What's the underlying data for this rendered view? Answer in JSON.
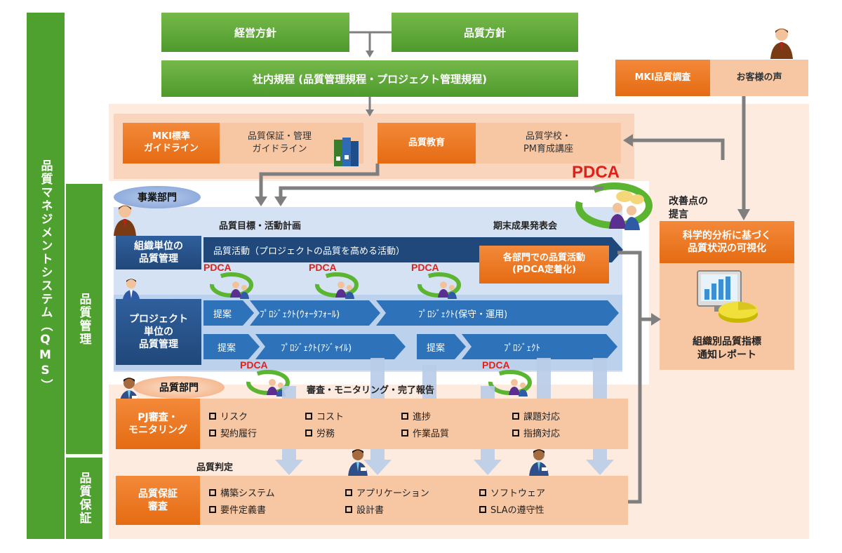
{
  "qms_label": "品質マネジメントシステム（QMS）",
  "qc_label": "品質管理",
  "qa_label": "品質保証",
  "top": {
    "management_policy": "経営方針",
    "quality_policy": "品質方針",
    "internal_rules": "社内規程 (品質管理規程・プロジェクト管理規程)"
  },
  "customer": {
    "survey": "MKI品質調査",
    "voice": "お客様の声"
  },
  "guidelines": {
    "mki_standard": "MKI標準\nガイドライン",
    "qa_guideline": "品質保証・管理\nガイドライン",
    "education": "品質教育",
    "school": "品質学校・\nPM育成講座"
  },
  "pdca": "PDCA",
  "improvement": "改善点の\n提言",
  "analysis": {
    "title": "科学的分析に基づく\n品質状況の可視化",
    "report": "組織別品質指標\n通知レポート"
  },
  "division": {
    "badge": "事業部門",
    "goals": "品質目標・活動計画",
    "results": "期末成果発表会",
    "org_qc": "組織単位の\n品質管理",
    "activity": "品質活動（プロジェクトの品質を高める活動）",
    "dept_activity": "各部門での品質活動\n(PDCA定着化)",
    "project_qc": "プロジェクト\n単位の\n品質管理",
    "row1": [
      "提案",
      "ﾌﾟﾛｼﾞｪｸﾄ(ｳｫｰﾀﾌｫｰﾙ)",
      "ﾌﾟﾛｼﾞｪｸﾄ(保守・運用)"
    ],
    "row2": [
      "提案",
      "ﾌﾟﾛｼﾞｪｸﾄ(ｱｼﾞｬｲﾙ)",
      "提案",
      "ﾌﾟﾛｼﾞｪｸﾄ"
    ]
  },
  "quality_dept": {
    "badge": "品質部門",
    "review_title": "審査・モニタリング・完了報告",
    "pj_review": "PJ審査・\nモニタリング",
    "review_items": [
      "リスク",
      "契約履行",
      "コスト",
      "労務",
      "進捗",
      "作業品質",
      "課題対応",
      "指摘対応"
    ],
    "judgement": "品質判定",
    "qa_review": "品質保証\n審査",
    "qa_items": [
      "構築システム",
      "要件定義書",
      "アプリケーション",
      "設計書",
      "ソフトウェア",
      "SLAの遵守性"
    ]
  },
  "colors": {
    "green": "#5aa535",
    "orange": "#e8731c",
    "peach": "#f7c6a3",
    "navy": "#21487a",
    "blue": "#2e72b9",
    "gray": "#808080"
  }
}
